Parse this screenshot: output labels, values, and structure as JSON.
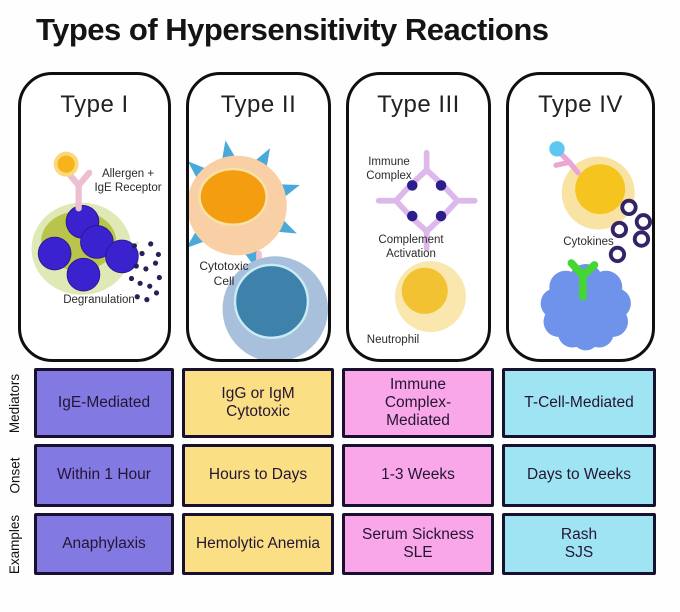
{
  "header": {
    "title": "Types of Hypersensitivity Reactions"
  },
  "cards": [
    {
      "title": "Type I",
      "labels": [
        "Allergen +\nIgE Receptor",
        "Degranulation"
      ]
    },
    {
      "title": "Type II",
      "labels": [
        "Cytotoxic\nCell"
      ]
    },
    {
      "title": "Type III",
      "labels": [
        "Immune\nComplex",
        "Complement\nActivation",
        "Neutrophil"
      ]
    },
    {
      "title": "Type IV",
      "labels": [
        "Cytokines"
      ]
    }
  ],
  "table": {
    "row_headers": [
      "Mediators",
      "Onset",
      "Examples"
    ],
    "rows": [
      {
        "cells": [
          "IgE-Mediated",
          "IgG or IgM\nCytotoxic",
          "Immune\nComplex-\nMediated",
          "T-Cell-Mediated"
        ]
      },
      {
        "cells": [
          "Within 1 Hour",
          "Hours to Days",
          "1-3 Weeks",
          "Days to Weeks"
        ]
      },
      {
        "cells": [
          "Anaphylaxis",
          "Hemolytic Anemia",
          "Serum Sickness\nSLE",
          "Rash\nSJS"
        ]
      }
    ]
  },
  "palette": {
    "type1_cell_bg": "#8379e2",
    "type2_cell_bg": "#fbdf85",
    "type3_cell_bg": "#f9a7e9",
    "type4_cell_bg": "#9fe4f2",
    "table_border": "#18102f",
    "mast_cell": "#dfe9b5",
    "mast_nucleus": "#b9c44b",
    "granule": "#3a23cf",
    "ige_receptor": "#ecc0d0",
    "allergen": "#f6b31c",
    "target_cell": "#f9d0a5",
    "target_nucleus": "#f59d10",
    "antigen_spike": "#49aad9",
    "cytotoxic_cell": "#a8c0dc",
    "cytotoxic_nucleus": "#3e82ab",
    "complex_antibody": "#dcb9ea",
    "antigen_dot": "#2c1d8c",
    "neutrophil": "#f9e7ae",
    "neutrophil_nucleus": "#f2c233",
    "t_cell": "#f8e3a3",
    "t_cell_nucleus": "#f5c41e",
    "tcr_receptor": "#eba6d8",
    "antigen_ball": "#5ec7f0",
    "cytokine_ring": "#352368",
    "macrophage": "#6f92ea",
    "green_receptor": "#44d632"
  }
}
